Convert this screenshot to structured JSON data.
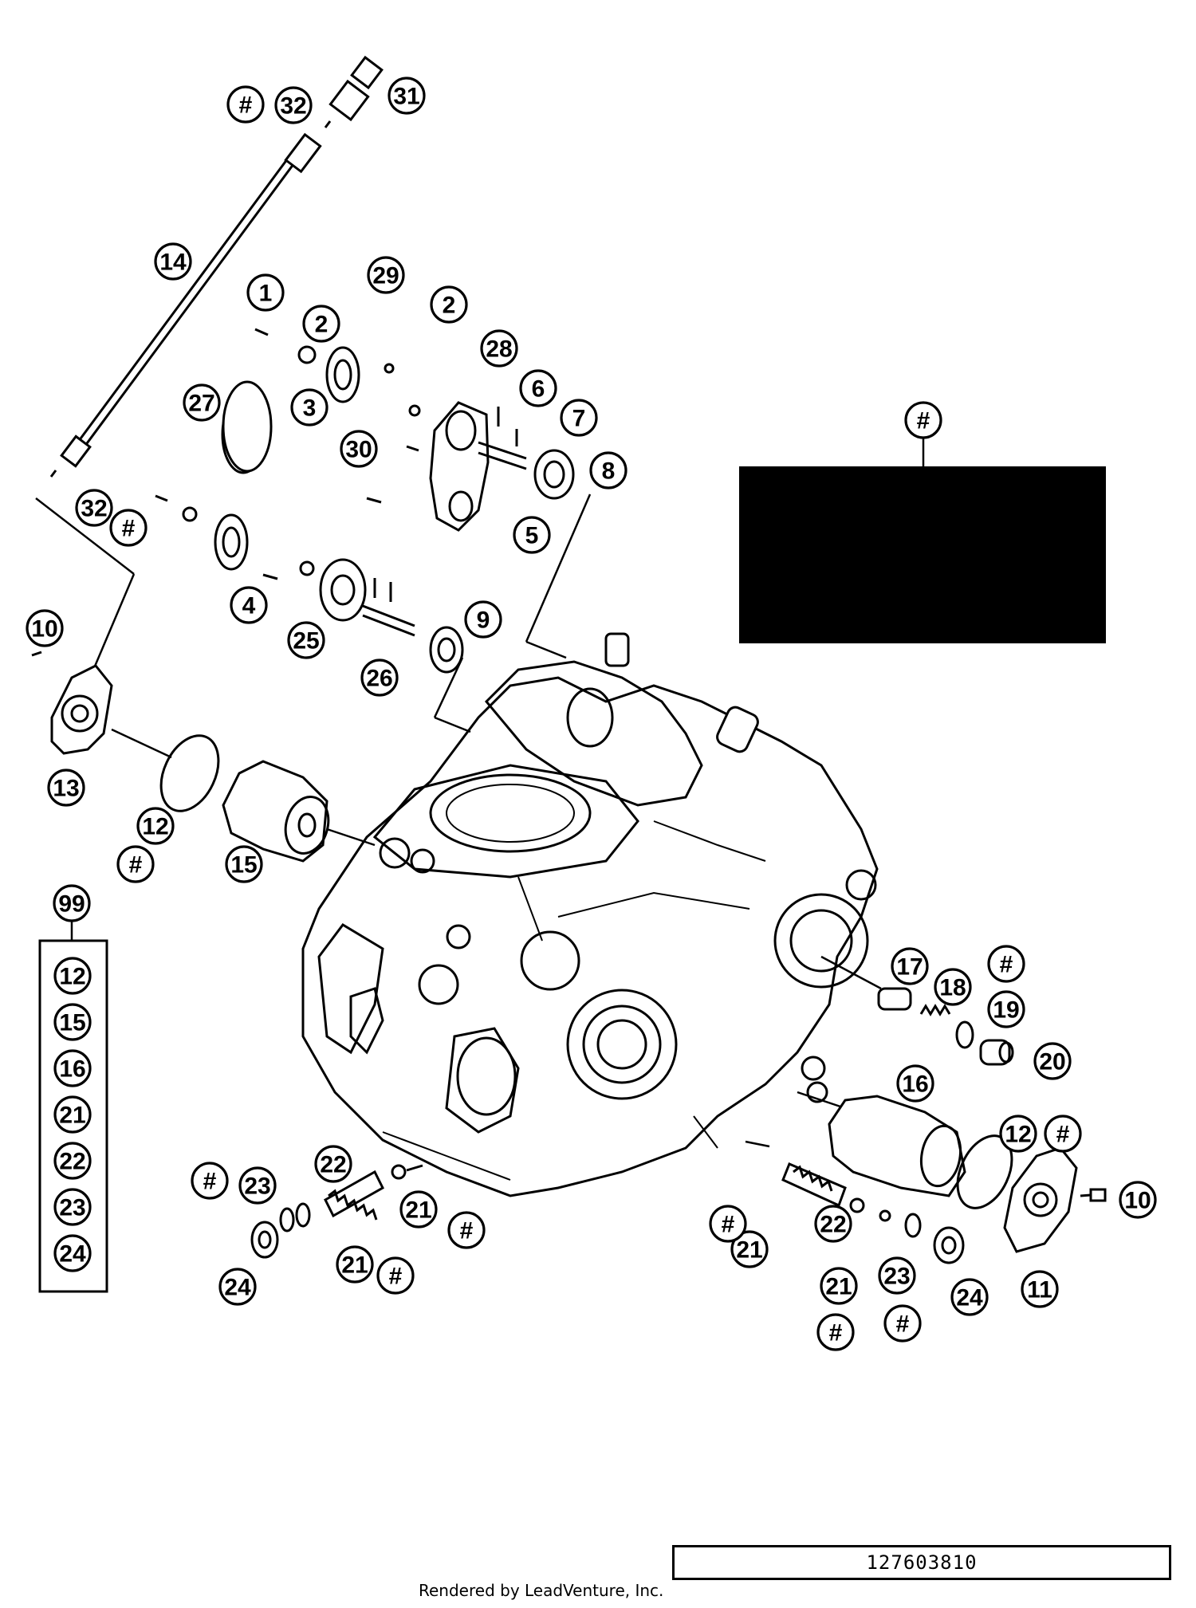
{
  "diagram": {
    "reference_number": "127603810",
    "credit": "Rendered by LeadVenture, Inc.",
    "redacted_block_callout": "#",
    "kit_box": {
      "header_callout": "99",
      "items": [
        "12",
        "15",
        "16",
        "21",
        "22",
        "23",
        "24"
      ]
    },
    "callouts": [
      {
        "label": "#"
      },
      {
        "label": "32"
      },
      {
        "label": "31"
      },
      {
        "label": "14"
      },
      {
        "label": "1"
      },
      {
        "label": "29"
      },
      {
        "label": "2"
      },
      {
        "label": "2"
      },
      {
        "label": "28"
      },
      {
        "label": "3"
      },
      {
        "label": "27"
      },
      {
        "label": "6"
      },
      {
        "label": "7"
      },
      {
        "label": "30"
      },
      {
        "label": "8"
      },
      {
        "label": "5"
      },
      {
        "label": "32"
      },
      {
        "label": "#"
      },
      {
        "label": "4"
      },
      {
        "label": "25"
      },
      {
        "label": "9"
      },
      {
        "label": "10"
      },
      {
        "label": "26"
      },
      {
        "label": "13"
      },
      {
        "label": "12"
      },
      {
        "label": "#"
      },
      {
        "label": "15"
      },
      {
        "label": "17"
      },
      {
        "label": "18"
      },
      {
        "label": "#"
      },
      {
        "label": "19"
      },
      {
        "label": "20"
      },
      {
        "label": "16"
      },
      {
        "label": "12"
      },
      {
        "label": "#"
      },
      {
        "label": "10"
      },
      {
        "label": "11"
      },
      {
        "label": "#"
      },
      {
        "label": "23"
      },
      {
        "label": "22"
      },
      {
        "label": "21"
      },
      {
        "label": "#"
      },
      {
        "label": "21"
      },
      {
        "label": "#"
      },
      {
        "label": "24"
      },
      {
        "label": "21"
      },
      {
        "label": "#"
      },
      {
        "label": "22"
      },
      {
        "label": "21"
      },
      {
        "label": "23"
      },
      {
        "label": "#"
      },
      {
        "label": "24"
      },
      {
        "label": "#"
      }
    ]
  }
}
